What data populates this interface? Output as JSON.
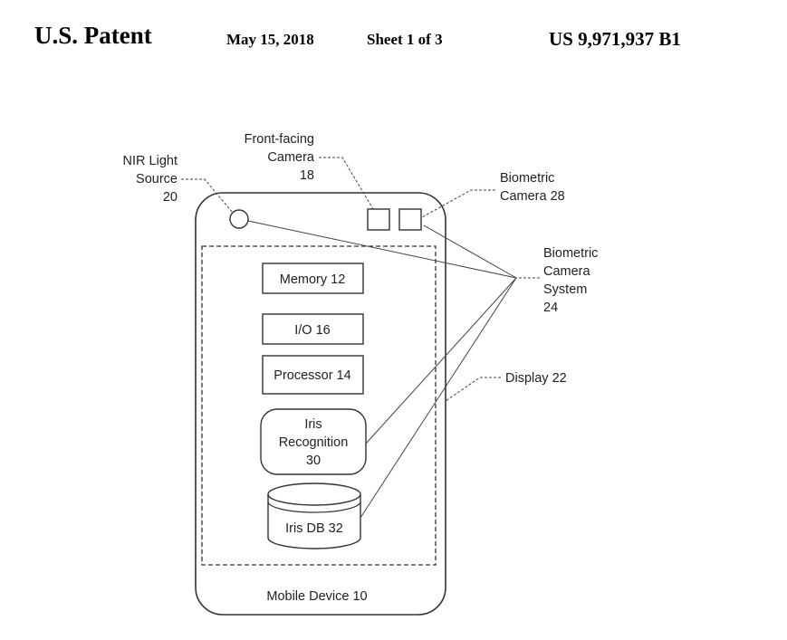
{
  "header": {
    "title": "U.S. Patent",
    "date": "May 15, 2018",
    "sheet": "Sheet 1 of 3",
    "patent_number": "US 9,971,937 B1"
  },
  "diagram": {
    "nir_light_source": [
      "NIR Light",
      "Source",
      "20"
    ],
    "front_camera": [
      "Front-facing",
      "Camera",
      "18"
    ],
    "biometric_camera": [
      "Biometric",
      "Camera 28"
    ],
    "biometric_camera_system": [
      "Biometric",
      "Camera",
      "System",
      "24"
    ],
    "display": "Display 22",
    "memory": "Memory 12",
    "io": "I/O 16",
    "processor": "Processor 14",
    "iris_recognition": [
      "Iris",
      "Recognition",
      "30"
    ],
    "iris_db": "Iris DB 32",
    "mobile_device": "Mobile Device 10"
  }
}
